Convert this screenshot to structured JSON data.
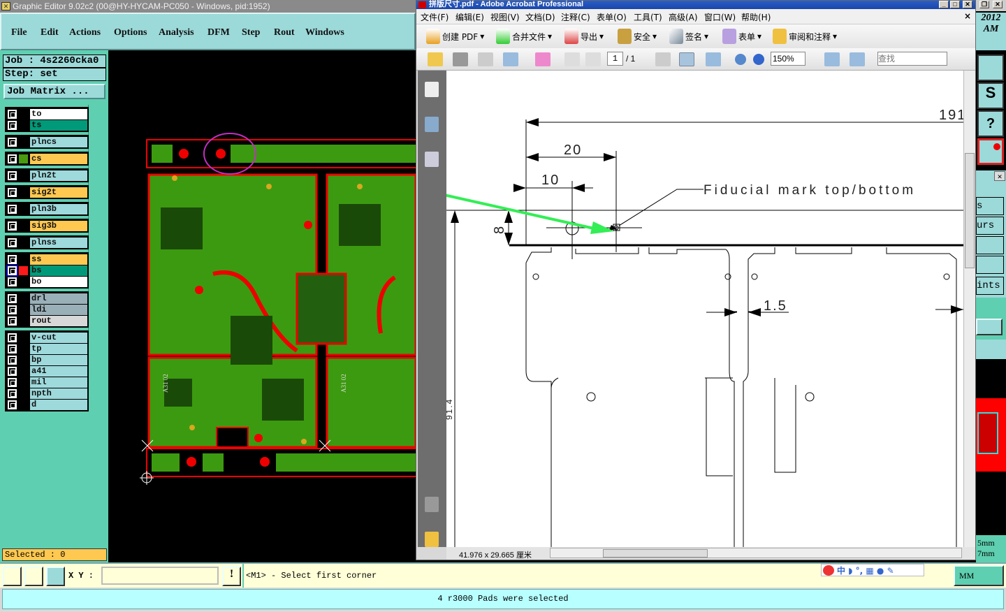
{
  "editor": {
    "title": "Graphic Editor 9.02c2 (00@HY-HYCAM-PC050 - Windows, pid:1952)",
    "menu": [
      "File",
      "Edit",
      "Actions",
      "Options",
      "Analysis",
      "DFM",
      "Step",
      "Rout",
      "Windows"
    ],
    "job": "Job : 4s2260cka0",
    "step": "Step: set",
    "job_matrix": "Job Matrix ...",
    "layers": [
      {
        "name": "to",
        "color": "#ffffff"
      },
      {
        "name": "ts",
        "color": "#009a7a"
      },
      {
        "name": "plncs",
        "color": "#9ed9dc"
      },
      {
        "name": "cs",
        "color": "#ffc850",
        "swatch": "#4a9a10"
      },
      {
        "name": "pln2t",
        "color": "#9ed9dc"
      },
      {
        "name": "sig2t",
        "color": "#ffc850"
      },
      {
        "name": "pln3b",
        "color": "#9ed9dc"
      },
      {
        "name": "sig3b",
        "color": "#ffc850"
      },
      {
        "name": "plnss",
        "color": "#9ed9dc"
      },
      {
        "name": "ss",
        "color": "#ffc850"
      },
      {
        "name": "bs",
        "color": "#009a7a",
        "swatch": "#ff1a1a",
        "active": true
      },
      {
        "name": "bo",
        "color": "#ffffff"
      },
      {
        "name": "drl",
        "color": "#9ab0b8"
      },
      {
        "name": "ldi",
        "color": "#9ab0b8"
      },
      {
        "name": "rout",
        "color": "#d8d8d8"
      },
      {
        "name": "v-cut",
        "color": "#9ed9dc"
      },
      {
        "name": "tp",
        "color": "#9ed9dc"
      },
      {
        "name": "bp",
        "color": "#9ed9dc"
      },
      {
        "name": "a41",
        "color": "#9ed9dc"
      },
      {
        "name": "mil",
        "color": "#9ed9dc"
      },
      {
        "name": "npth",
        "color": "#9ed9dc"
      },
      {
        "name": "d",
        "color": "#9ed9dc"
      }
    ],
    "selected": "Selected : 0",
    "xy_label": "X Y :",
    "xy_value": "",
    "prompt": "<M1> - Select first corner",
    "units": "MM",
    "status": "4 r3000 Pads were selected",
    "board_labels": [
      "A31 02",
      "A31 02"
    ],
    "clock_year": "2012",
    "clock_ampm": "AM",
    "right_labels": [
      "s",
      "urs",
      "",
      "",
      "ints"
    ],
    "right_units": [
      "5mm",
      "7mm"
    ]
  },
  "acrobat": {
    "title": "拼版尺寸.pdf - Adobe Acrobat Professional",
    "menu": [
      "文件(F)",
      "编辑(E)",
      "视图(V)",
      "文档(D)",
      "注释(C)",
      "表单(O)",
      "工具(T)",
      "高级(A)",
      "窗口(W)",
      "帮助(H)"
    ],
    "toolbar": [
      "创建 PDF",
      "合并文件",
      "导出",
      "安全",
      "签名",
      "表单",
      "审阅和注释"
    ],
    "page_current": "1",
    "page_total": "/ 1",
    "zoom": "150%",
    "search_placeholder": "查找",
    "page_size": "41.976 x 29.665 厘米",
    "drawing": {
      "dim_total": "191",
      "dim_20": "20",
      "dim_10": "10",
      "dim_8": "8",
      "dim_gap": "1.5",
      "dim_height": "91.4",
      "note": "Fiducial mark top/bottom"
    }
  },
  "colors": {
    "teal": "#9cd9d9",
    "panel": "#5ecfb0",
    "board": "#3c9a10",
    "outline": "#ff0000",
    "arrow": "#33ee55"
  }
}
